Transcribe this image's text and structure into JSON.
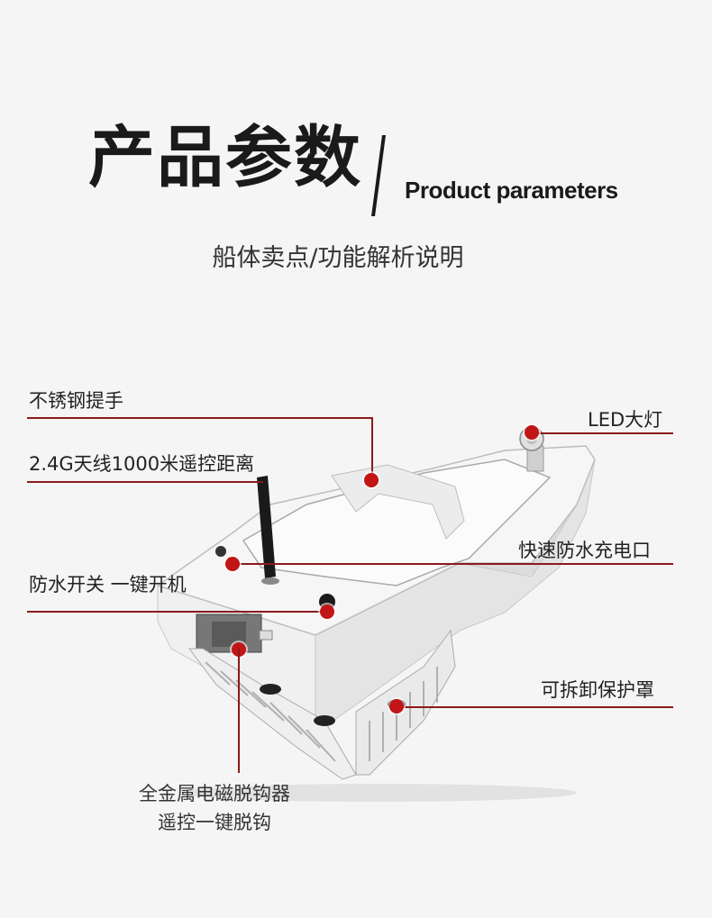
{
  "header": {
    "title_cn": "产品参数",
    "title_en": "Product parameters",
    "subtitle": "船体卖点/功能解析说明"
  },
  "callouts": {
    "handle": "不锈钢提手",
    "antenna": "2.4G天线1000米遥控距离",
    "switch": "防水开关 一键开机",
    "led": "LED大灯",
    "charge_port": "快速防水充电口",
    "cover": "可拆卸保护罩",
    "hook_line1": "全金属电磁脱钩器",
    "hook_line2": "遥控一键脱钩"
  },
  "colors": {
    "accent": "#c21515",
    "leader_line": "#8b1a1a",
    "hull": "#e9e9e9"
  }
}
